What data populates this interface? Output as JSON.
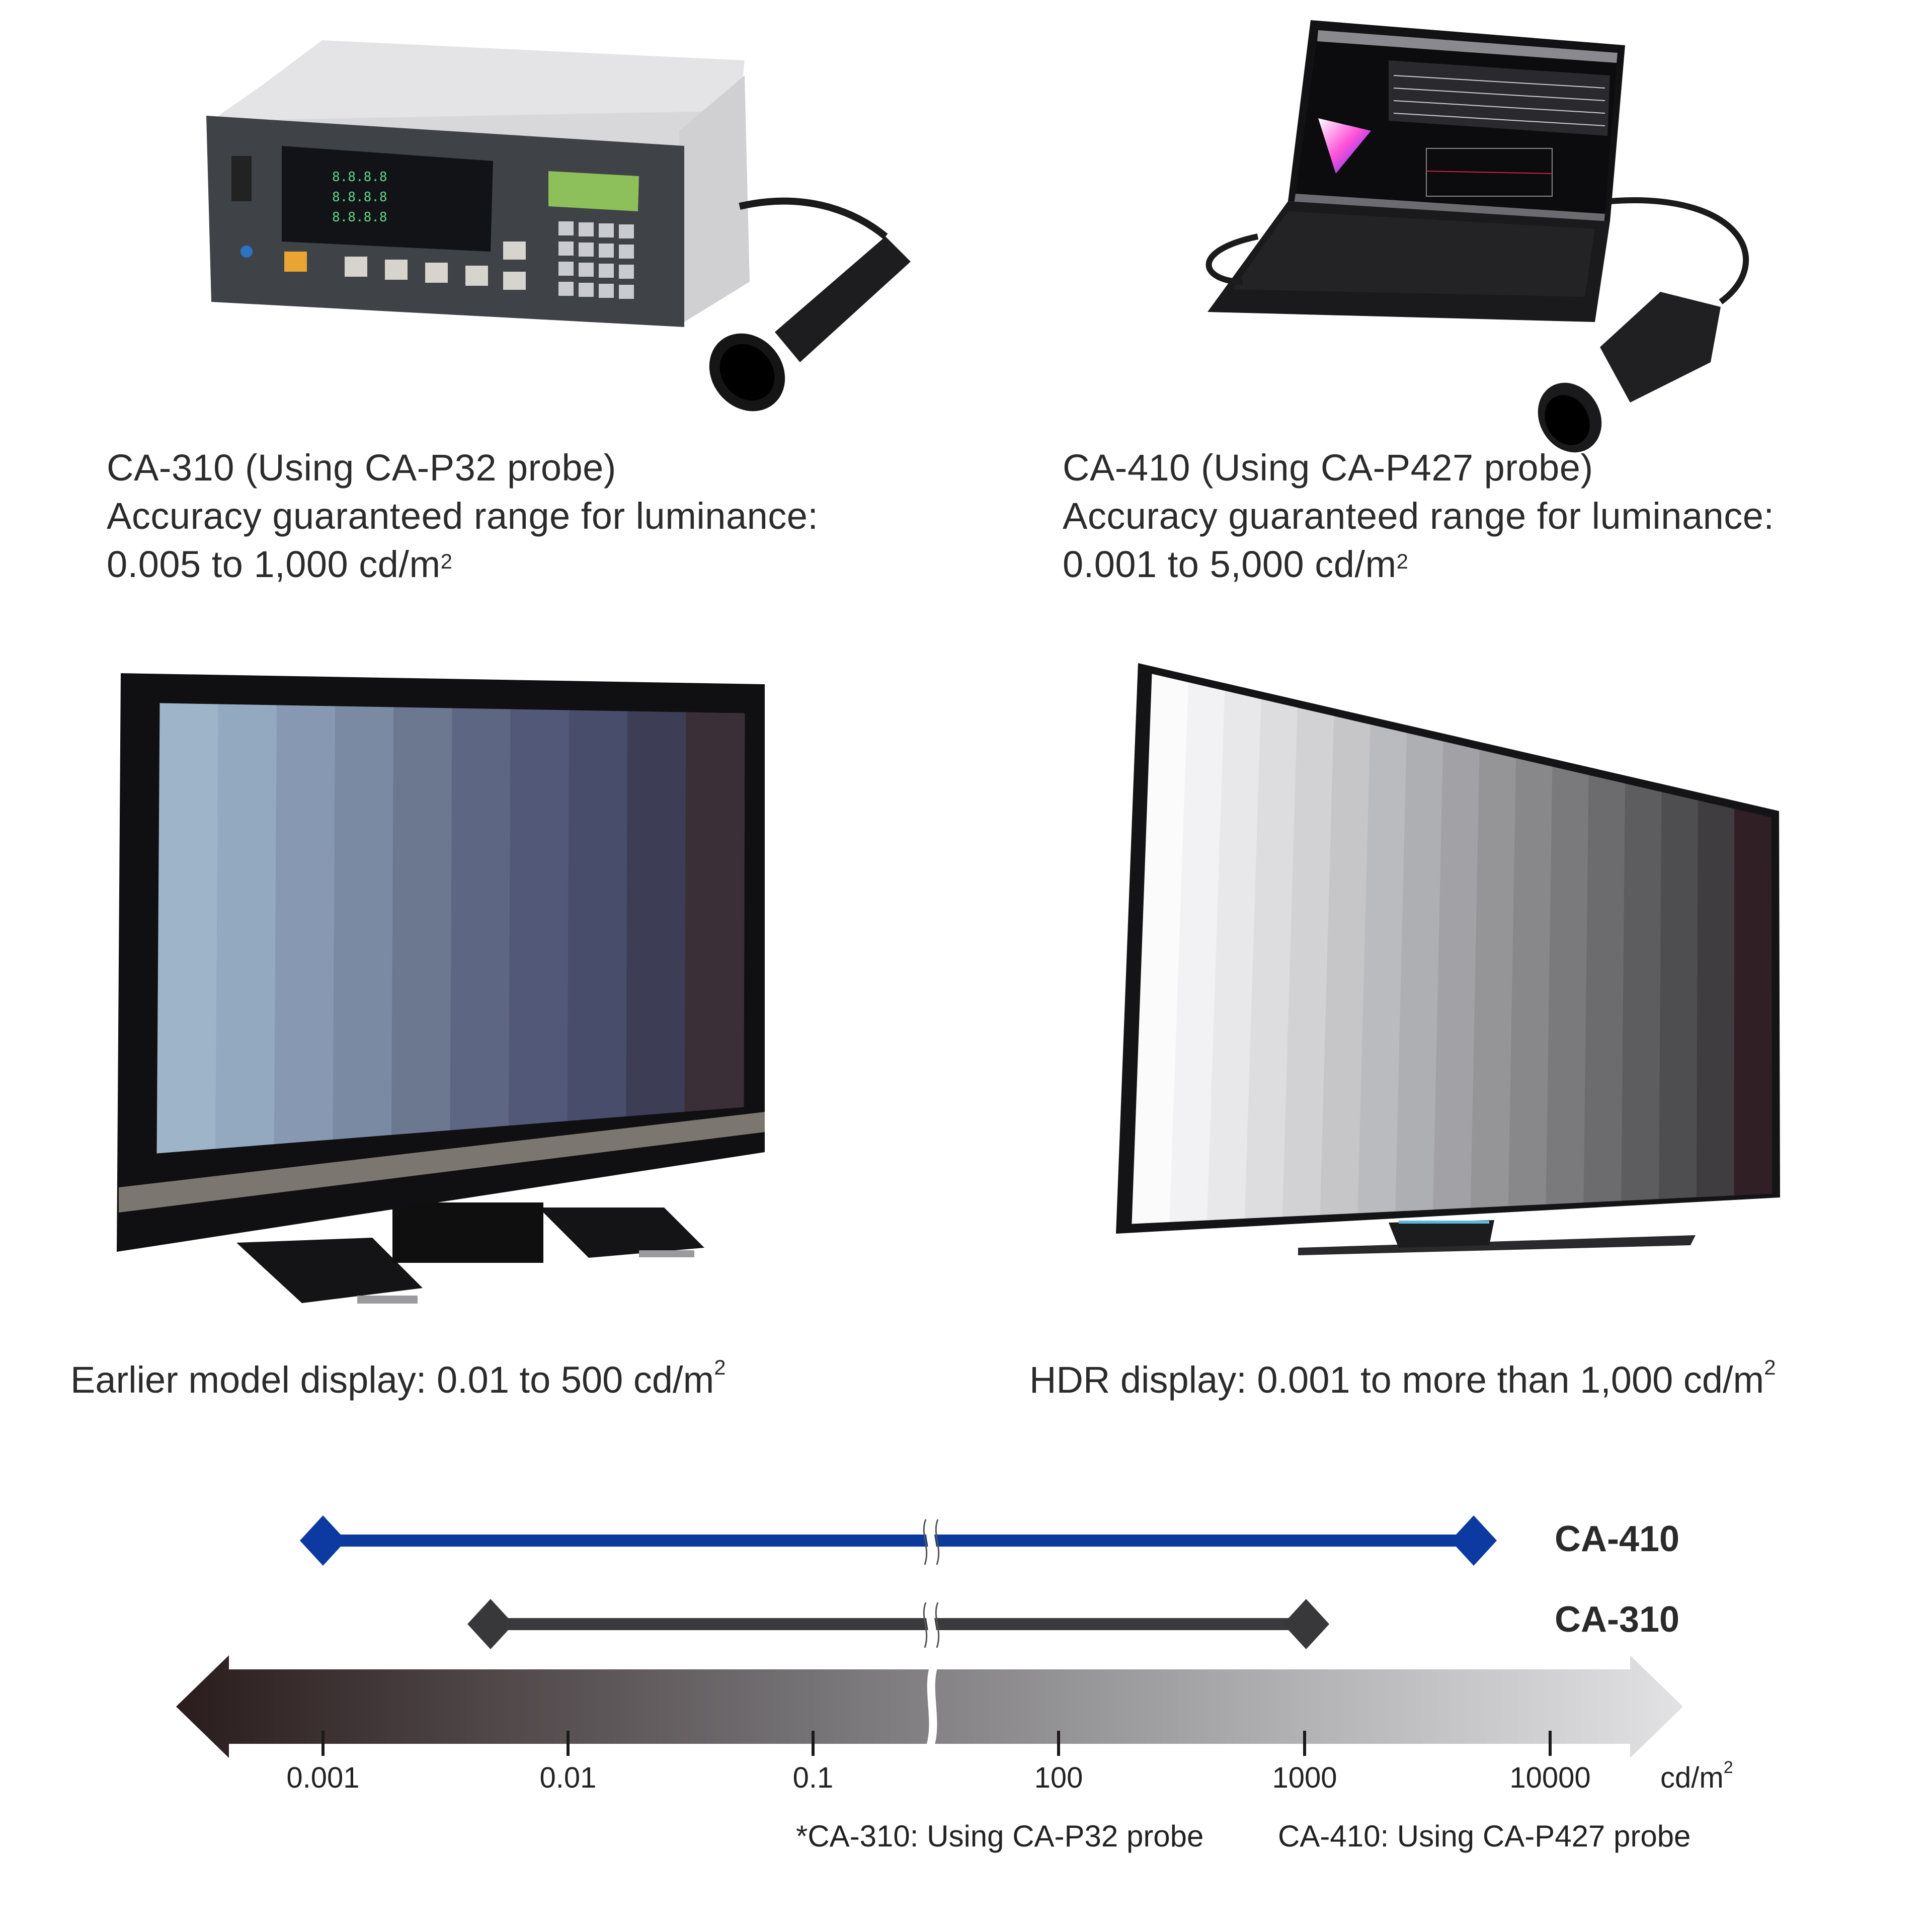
{
  "devices": [
    {
      "id": "ca310",
      "name": "CA-310 (Using CA-P32 probe)",
      "range_label": "Accuracy guaranteed range for luminance:",
      "range_value": "0.005 to 1,000 cd/m",
      "range_unit_sup": "2"
    },
    {
      "id": "ca410",
      "name": "CA-410 (Using CA-P427 probe)",
      "range_label": "Accuracy guaranteed range for luminance:",
      "range_value": "0.001 to 5,000 cd/m",
      "range_unit_sup": "2"
    }
  ],
  "displays": [
    {
      "id": "earlier",
      "caption": "Earlier model display: 0.01 to 500 cd/m",
      "caption_sup": "2",
      "screen_colors": [
        "#9eb4c8",
        "#93a9c0",
        "#8799b2",
        "#7a8aa2",
        "#6c7890",
        "#5d6682",
        "#525877",
        "#494d6c",
        "#3d3e56",
        "#3a2f36"
      ]
    },
    {
      "id": "hdr",
      "caption": "HDR display: 0.001 to more than 1,000 cd/m",
      "caption_sup": "2",
      "screen_colors": [
        "#fbfbfc",
        "#f2f2f4",
        "#e8e8ea",
        "#dddde0",
        "#d2d2d5",
        "#c6c6c9",
        "#babbbe",
        "#aeafb2",
        "#a2a2a6",
        "#959598",
        "#88888b",
        "#7a7a7d",
        "#6c6c6f",
        "#5d5d60",
        "#4e4e51",
        "#3f3d40",
        "#301f24"
      ]
    }
  ],
  "chart_data": {
    "type": "range",
    "title": "",
    "xlabel": "cd/m²",
    "axis_scale": "log (with break between 0.1 and 100)",
    "tick_labels": [
      "0.001",
      "0.01",
      "0.1",
      "100",
      "1000",
      "10000"
    ],
    "unit": "cd/m",
    "unit_sup": "2",
    "series": [
      {
        "name": "CA-410",
        "min": 0.001,
        "max": 5000,
        "color": "#0a3a9c"
      },
      {
        "name": "CA-310",
        "min": 0.005,
        "max": 1000,
        "color": "#3a3a3c"
      }
    ],
    "axis_bar": {
      "gradient_from": "#2a1c1c",
      "gradient_to": "#e2e2e4"
    },
    "footnote_ca310": "*CA-310: Using CA-P32 probe",
    "footnote_ca410": "CA-410: Using CA-P427 probe"
  }
}
